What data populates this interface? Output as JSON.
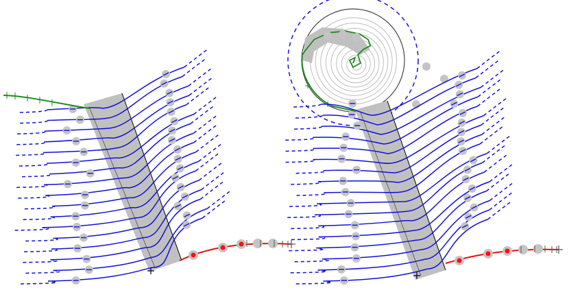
{
  "figure": {
    "panels": [
      {
        "id": "left",
        "features": [
          "grey-band",
          "blue-curves",
          "green-path",
          "red-path",
          "grey-dots"
        ]
      },
      {
        "id": "right",
        "features": [
          "spiral-inset",
          "grey-band",
          "blue-curves",
          "green-path",
          "red-path",
          "grey-dots"
        ]
      }
    ],
    "colors": {
      "background": "#ffffff",
      "curve": "#1010d8",
      "band_fill": "#c0c0c0",
      "band_outline": "#000000",
      "dot": "#c4c4c4",
      "green_path": "#1e8c1e",
      "red_path": "#e01010",
      "red_dot": "#ff1010",
      "tick": "#555555",
      "circle": "#444444",
      "spiral": "#bdbdbd"
    },
    "counts": {
      "curves_per_panel": 17,
      "spiral_rings": 9
    }
  }
}
